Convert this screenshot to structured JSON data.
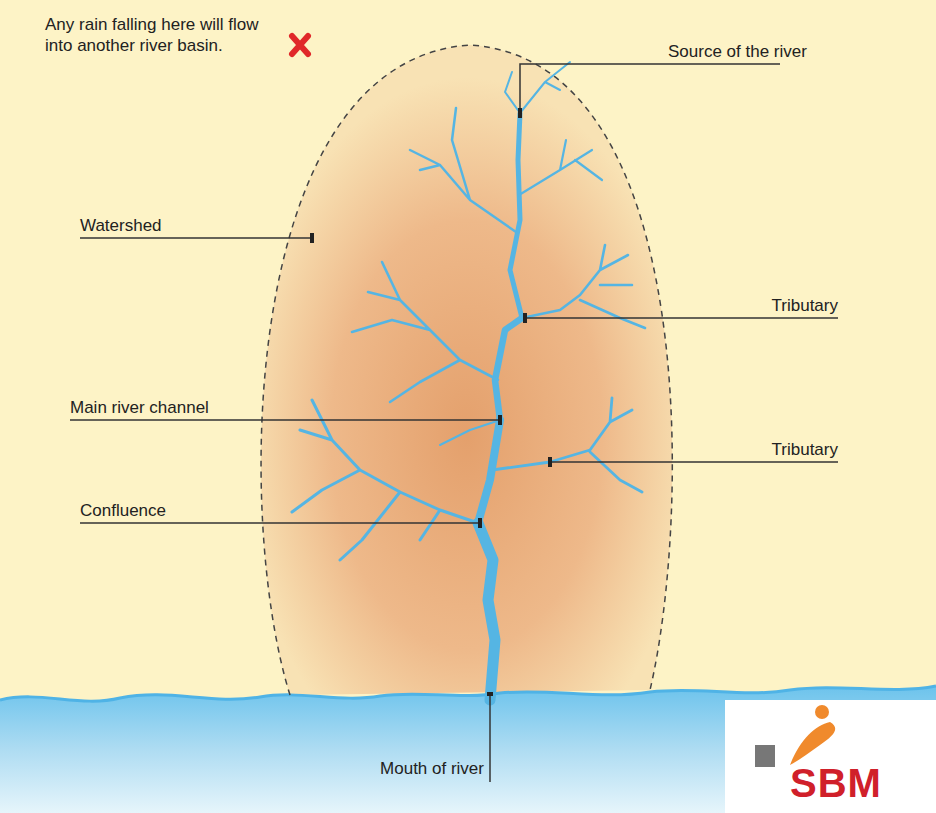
{
  "diagram": {
    "labels": [
      "Any rain falling here will flow into another river basin.",
      "Source of the river",
      "Watershed",
      "Tributary",
      "Main river channel",
      "Tributary",
      "Confluence",
      "Mouth of river",
      "SBM"
    ]
  }
}
